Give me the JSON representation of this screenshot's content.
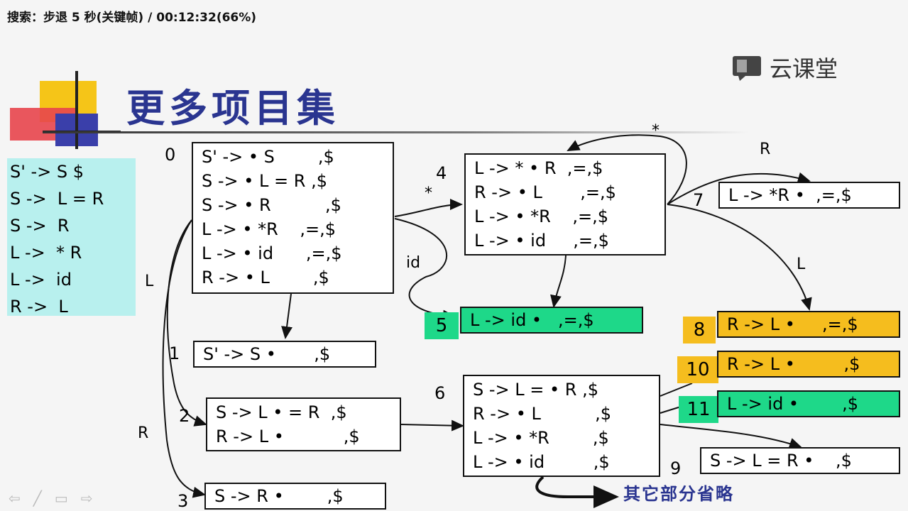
{
  "status_bar": {
    "text": "搜索：步退 5 秒(关键帧) / 00:12:32(66%)"
  },
  "logo": {
    "label": "云课堂"
  },
  "slide": {
    "title": "更多项目集",
    "grammar": [
      "S' -> S $",
      "S ->  L = R",
      "S ->  R",
      "L ->  * R",
      "L ->  id",
      "R ->  L"
    ],
    "states": {
      "s0": {
        "num": "0",
        "items": [
          "S' -> • S        ,$",
          "S -> • L = R ,$",
          "S -> • R          ,$",
          "L -> • *R    ,=,$",
          "L -> • id      ,=,$",
          "R -> • L        ,$"
        ]
      },
      "s1": {
        "num": "1",
        "items": [
          "S' -> S •       ,$"
        ]
      },
      "s2": {
        "num": "2",
        "items": [
          "S -> L • = R  ,$",
          "R -> L •           ,$"
        ]
      },
      "s3": {
        "num": "3",
        "items": [
          "S -> R •        ,$"
        ]
      },
      "s4": {
        "num": "4",
        "items": [
          "L -> * • R  ,=,$",
          "R -> • L       ,=,$",
          "L -> • *R    ,=,$",
          "L -> • id     ,=,$"
        ]
      },
      "s5": {
        "num": "5",
        "items": [
          "L -> id •   ,=,$"
        ]
      },
      "s6": {
        "num": "6",
        "items": [
          "S -> L = • R ,$",
          "R -> • L          ,$",
          "L -> • *R        ,$",
          "L -> • id         ,$"
        ]
      },
      "s7": {
        "num": "7",
        "items": [
          "L -> *R •  ,=,$"
        ]
      },
      "s8": {
        "num": "8",
        "items": [
          "R -> L •     ,=,$"
        ]
      },
      "s9": {
        "num": "9",
        "items": [
          "S -> L = R •    ,$"
        ]
      },
      "s10": {
        "num": "10",
        "items": [
          "R -> L •         ,$"
        ]
      },
      "s11": {
        "num": "11",
        "items": [
          "L -> id •        ,$"
        ]
      }
    },
    "edge_labels": {
      "star_top": "*",
      "star_left": "*",
      "id": "id",
      "R_top": "R",
      "L_right": "L",
      "L_left": "L",
      "R_left": "R"
    },
    "note": "其它部分省略"
  },
  "colors": {
    "title": "#2a3590",
    "grammar_bg": "#b8f0ee",
    "green": "#1ed889",
    "yellow": "#f5bd1e"
  },
  "controls": [
    "arrow-left-icon",
    "pen-icon",
    "screen-icon",
    "arrow-right-icon"
  ]
}
